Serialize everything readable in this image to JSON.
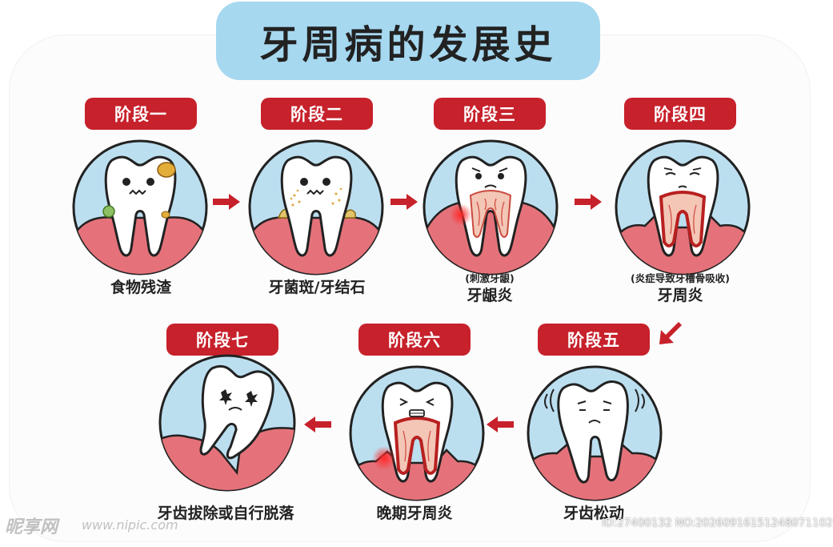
{
  "title": "牙周病的发展史",
  "colors": {
    "title_bg": "#a6d8f0",
    "stage_bg": "#c7212b",
    "circle_bg": "#bcdff0",
    "gum": "#e5727a",
    "arrow": "#c7212b"
  },
  "stages": [
    {
      "label": "阶段一",
      "caption": "食物残渣",
      "note": ""
    },
    {
      "label": "阶段二",
      "caption": "牙菌斑/牙结石",
      "note": ""
    },
    {
      "label": "阶段三",
      "caption": "牙龈炎",
      "note": "(刺激牙龈)"
    },
    {
      "label": "阶段四",
      "caption": "牙周炎",
      "note": "(炎症导致牙槽骨吸收)"
    },
    {
      "label": "阶段五",
      "caption": "牙齿松动",
      "note": ""
    },
    {
      "label": "阶段六",
      "caption": "晚期牙周炎",
      "note": ""
    },
    {
      "label": "阶段七",
      "caption": "牙齿拔除或自行脱落",
      "note": ""
    }
  ],
  "watermark": {
    "logo": "昵享网",
    "url": "www.nipic.com",
    "id": "ID:27400132 NO:20260916151248071102"
  }
}
